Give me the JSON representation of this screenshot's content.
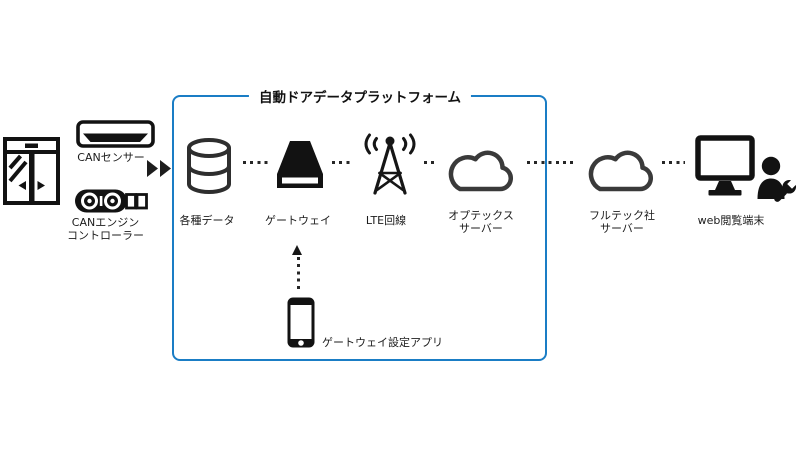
{
  "diagram": {
    "title": "自動ドアデータプラットフォーム",
    "nodes": {
      "can_sensor": {
        "label": "CANセンサー"
      },
      "can_controller": {
        "label_line1": "CANエンジン",
        "label_line2": "コントローラー"
      },
      "various_data": {
        "label": "各種データ"
      },
      "gateway": {
        "label": "ゲートウェイ"
      },
      "lte": {
        "label": "LTE回線"
      },
      "optex_server": {
        "label_line1": "オプテックス",
        "label_line2": "サーバー"
      },
      "fulltech_server": {
        "label_line1": "フルテック社",
        "label_line2": "サーバー"
      },
      "web_terminal": {
        "label": "web閲覧端末"
      },
      "gateway_app": {
        "label": "ゲートウェイ設定アプリ"
      }
    },
    "icons": {
      "automatic_door": "sliding-door-icon",
      "can_sensor": "door-sensor-bar-icon",
      "can_controller": "motor-controller-icon",
      "flow_arrow": "double-right-triangle-icon",
      "database": "database-cylinder-icon",
      "gateway": "gateway-device-icon",
      "lte": "radio-tower-icon",
      "optex_server": "cloud-icon",
      "fulltech_server": "cloud-icon",
      "web_terminal": "desktop-monitor-icon",
      "operator": "person-with-wrench-icon",
      "app": "smartphone-icon",
      "up_arrow": "dotted-arrow-up-icon"
    },
    "colors": {
      "box_border": "#1a7dc5",
      "icon_black": "#121212",
      "icon_gray": "#2e2e2e",
      "cloud_gray": "#3a3a3a",
      "dots": "#262626",
      "text": "#1c1c1c",
      "background": "#ffffff"
    }
  }
}
